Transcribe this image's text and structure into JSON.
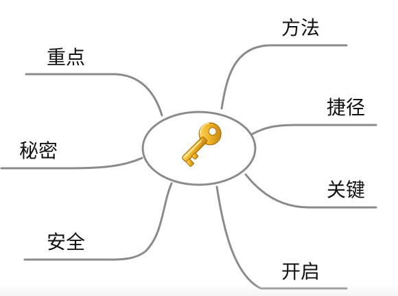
{
  "center": {
    "icon": "key-icon",
    "colors": {
      "key_gold": "#E8A818",
      "key_gold_light": "#FFD45A",
      "key_gold_dark": "#B37A08"
    }
  },
  "branches": [
    {
      "id": "zhongdian",
      "label": "重点"
    },
    {
      "id": "mimi",
      "label": "秘密"
    },
    {
      "id": "anquan",
      "label": "安全"
    },
    {
      "id": "fangfa",
      "label": "方法"
    },
    {
      "id": "jiejing",
      "label": "捷径"
    },
    {
      "id": "guanjian",
      "label": "关键"
    },
    {
      "id": "kaiqi",
      "label": "开启"
    }
  ],
  "colors": {
    "line": "#8A8A8A",
    "text": "#111111",
    "background": "#FFFFFF"
  }
}
